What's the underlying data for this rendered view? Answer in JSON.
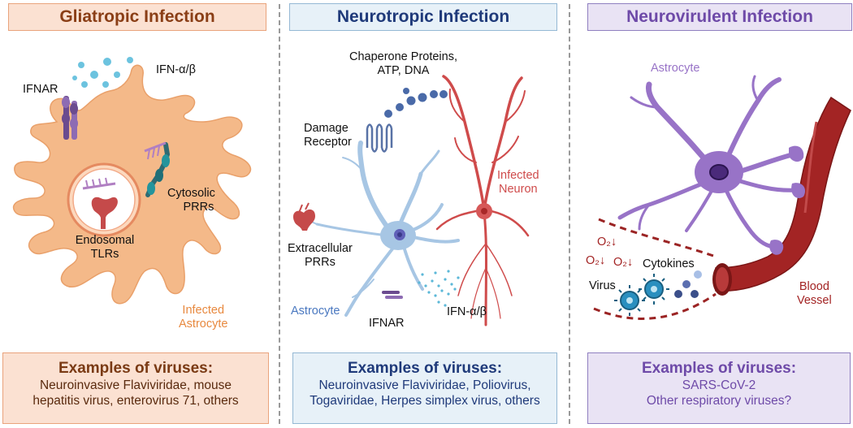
{
  "colors": {
    "gliatropic_fill": "#fbe1d2",
    "gliatropic_border": "#e9a37c",
    "gliatropic_title": "#8a3e16",
    "astrocyte_orange": "#f4b989",
    "neurotropic_fill": "#e7f1f8",
    "neurotropic_border": "#94b8d4",
    "neurotropic_title": "#1f3a7a",
    "astrocyte_blue": "#a7c6e4",
    "neuron_red": "#cf4b4b",
    "neurovirulent_fill": "#e9e3f4",
    "neurovirulent_border": "#8f7fc0",
    "neurovirulent_title": "#6e4aa8",
    "astrocyte_purple": "#9873c7",
    "vessel_red": "#a32424"
  },
  "gliatropic": {
    "title": "Gliatropic Infection",
    "labels": {
      "ifnar": "IFNAR",
      "ifn": "IFN-α/β",
      "cytosolic_line1": "Cytosolic",
      "cytosolic_line2": "PRRs",
      "endosomal_line1": "Endosomal",
      "endosomal_line2": "TLRs",
      "infected_line1": "Infected",
      "infected_line2": "Astrocyte"
    },
    "examples_title": "Examples of viruses:",
    "examples_line1": "Neuroinvasive Flaviviridae, mouse",
    "examples_line2": "hepatitis virus, enterovirus 71, others"
  },
  "neurotropic": {
    "title": "Neurotropic Infection",
    "labels": {
      "chaperone_line1": "Chaperone Proteins,",
      "chaperone_line2": "ATP, DNA",
      "damage_line1": "Damage",
      "damage_line2": "Receptor",
      "infected_line1": "Infected",
      "infected_line2": "Neuron",
      "extracellular_line1": "Extracellular",
      "extracellular_line2": "PRRs",
      "astrocyte": "Astrocyte",
      "ifnar": "IFNAR",
      "ifn": "IFN-α/β"
    },
    "examples_title": "Examples of viruses:",
    "examples_line1": "Neuroinvasive Flaviviridae, Poliovirus,",
    "examples_line2": "Togaviridae, Herpes simplex virus, others"
  },
  "neurovirulent": {
    "title": "Neurovirulent Infection",
    "labels": {
      "astrocyte": "Astrocyte",
      "o2_a": "O₂↓",
      "o2_b": "O₂↓",
      "o2_c": "O₂↓",
      "cytokines": "Cytokines",
      "virus": "Virus",
      "blood_line1": "Blood",
      "blood_line2": "Vessel"
    },
    "examples_title": "Examples of viruses:",
    "examples_line1": "SARS-CoV-2",
    "examples_line2": "Other respiratory viruses?"
  }
}
